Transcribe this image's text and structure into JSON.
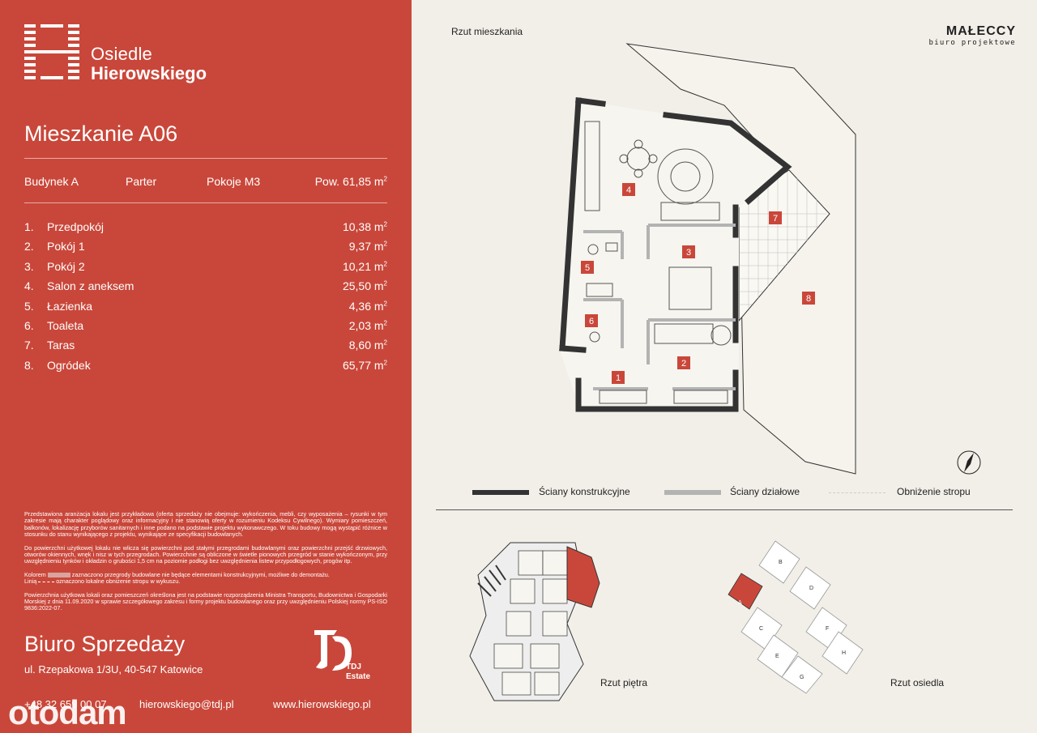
{
  "brand": {
    "line1": "Osiedle",
    "line2": "Hierowskiego"
  },
  "apartment": {
    "title": "Mieszkanie A06",
    "building": "Budynek A",
    "floor": "Parter",
    "rooms": "Pokoje M3",
    "area_label": "Pow. 61,85 m",
    "area_exp": "2"
  },
  "room_list": [
    {
      "num": "1.",
      "name": "Przedpokój",
      "area": "10,38 m"
    },
    {
      "num": "2.",
      "name": "Pokój 1",
      "area": "9,37 m"
    },
    {
      "num": "3.",
      "name": "Pokój 2",
      "area": "10,21 m"
    },
    {
      "num": "4.",
      "name": "Salon z aneksem",
      "area": "25,50 m"
    },
    {
      "num": "5.",
      "name": "Łazienka",
      "area": "4,36 m"
    },
    {
      "num": "6.",
      "name": "Toaleta",
      "area": "2,03 m"
    },
    {
      "num": "7.",
      "name": "Taras",
      "area": "8,60 m"
    },
    {
      "num": "8.",
      "name": "Ogródek",
      "area": "65,77 m"
    }
  ],
  "disclaimer": {
    "p1": "Przedstawiona aranżacja lokalu jest przykładowa (oferta sprzedaży nie obejmuje: wykończenia, mebli, czy wyposażenia – rysunki w tym zakresie mają charakter poglądowy oraz informacyjny i nie stanowią oferty w rozumieniu Kodeksu Cywilnego). Wymiary pomieszczeń, balkonów, lokalizację przyborów sanitarnych i inne podano na podstawie projektu wykonawczego. W toku budowy mogą wystąpić różnice w stosunku do stanu wynikającego z projektu, wynikające ze specyfikacji budowlanych.",
    "p2": "Do powierzchni użytkowej lokalu nie wlicza się powierzchni pod stałymi przegrodami budowlanymi oraz powierzchni przejść drzwiowych, otworów okiennych, wnęk i nisz w tych przegrodach. Powierzchnie są obliczone w świetle pionowych przegród w stanie wykończonym, przy uwzględnieniu tynków i okładzin o grubości 1,5 cm na poziomie podłogi bez uwzględnienia listew przypodłogowych, progów itp.",
    "p3a_pre": "Kolorem",
    "p3a_post": "zaznaczono przegrody budowlane nie będące elementami konstrukcyjnymi, możliwe do demontażu.",
    "p3b_pre": "Linią",
    "p3b_post": "oznaczono lokalne obniżenie stropu w wykuszu.",
    "p4": "Powierzchnia użytkowa lokali oraz pomieszczeń określona jest na podstawie rozporządzenia Ministra Transportu, Budownictwa i Gospodarki Morskiej z dnia 11.09.2020 w sprawie szczegółowego zakresu i formy projektu budowlanego oraz przy uwzględnieniu Polskiej normy PS-ISO 9836:2022-07."
  },
  "office": {
    "title": "Biuro Sprzedaży",
    "address": "ul. Rzepakowa 1/3U, 40-547 Katowice",
    "phone": "+48 32 659 00 07",
    "email": "hierowskiego@tdj.pl",
    "www": "www.hierowskiego.pl"
  },
  "tdj": {
    "line1": "TDJ",
    "line2": "Estate"
  },
  "watermark": "otodam",
  "plan": {
    "title": "Rzut mieszkania",
    "firm_name": "MAŁECCY",
    "firm_sub": "biuro projektowe",
    "room_labels": [
      "1",
      "2",
      "3",
      "4",
      "5",
      "6",
      "7",
      "8"
    ]
  },
  "legend": {
    "structural": "Ściany konstrukcyjne",
    "partition": "Ściany działowe",
    "ceiling": "Obniżenie stropu",
    "colors": {
      "structural": "#333333",
      "partition": "#b3b3b3",
      "ceiling": "#cccccc"
    }
  },
  "floor_plan": {
    "label": "Rzut piętra"
  },
  "estate_plan": {
    "label": "Rzut osiedla",
    "buildings": [
      "A",
      "B",
      "C",
      "D",
      "E",
      "F",
      "G",
      "H"
    ]
  },
  "colors": {
    "brand_red": "#c9473a",
    "background": "#f2efe8"
  }
}
